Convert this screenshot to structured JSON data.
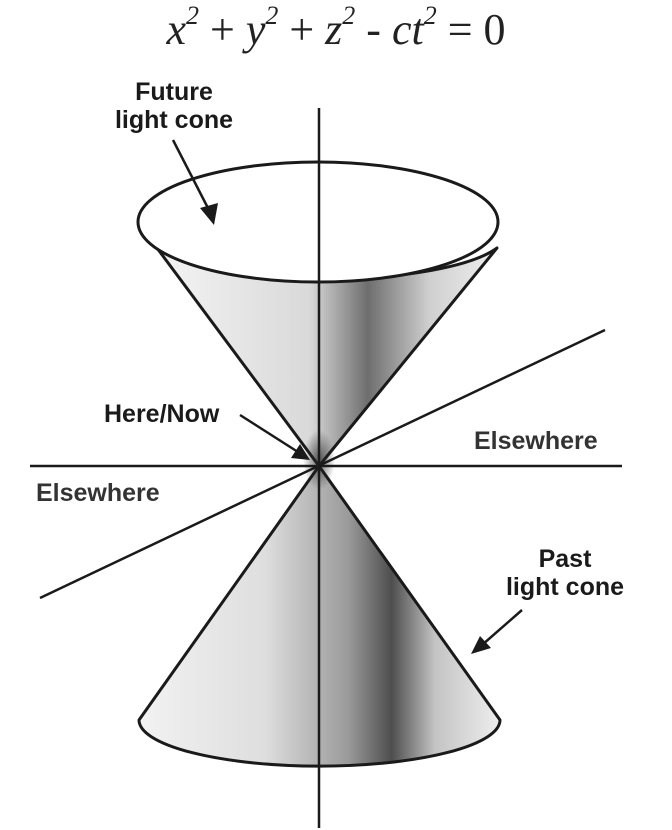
{
  "equation": {
    "x": "x",
    "y": "y",
    "z": "z",
    "c": "c",
    "t": "t",
    "power": "2",
    "plus": "+",
    "minus": "-",
    "equals": "=",
    "zero": "0"
  },
  "labels": {
    "future_line1": "Future",
    "future_line2": "light cone",
    "here_now": "Here/Now",
    "elsewhere_right": "Elsewhere",
    "elsewhere_left": "Elsewhere",
    "past_line1": "Past",
    "past_line2": "light cone"
  },
  "colors": {
    "ink": "#1a1a1a",
    "cone_light": "#f2f2f2",
    "cone_mid": "#c8c8c8",
    "cone_dark": "#5a5a5a"
  }
}
